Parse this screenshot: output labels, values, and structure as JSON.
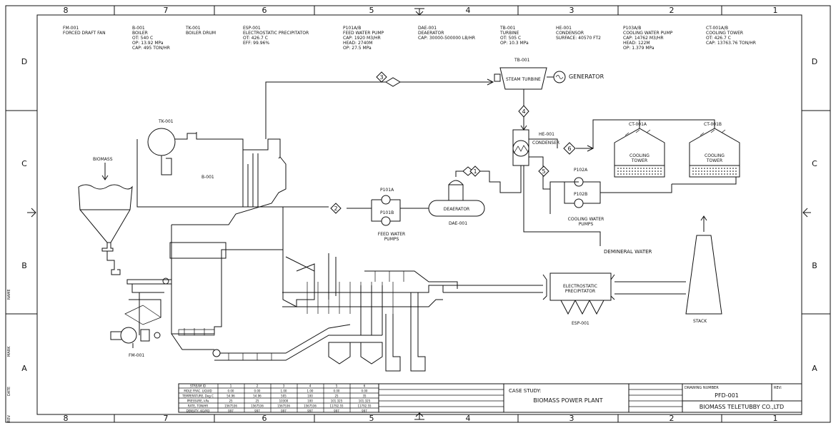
{
  "grid": {
    "columns": [
      "8",
      "7",
      "6",
      "5",
      "4",
      "3",
      "2",
      "1"
    ],
    "rows": [
      "D",
      "C",
      "B",
      "A"
    ]
  },
  "side_text": [
    "REV",
    "DATE",
    "MARK",
    "NAME"
  ],
  "equipment_list": [
    {
      "tag": "FM-001",
      "lines": [
        "FORCED DRAFT FAN"
      ]
    },
    {
      "tag": "B-001",
      "lines": [
        "BOILER",
        "OT: 540 C",
        "OP: 13.92 MPa",
        "CAP: 495 TON/HR"
      ]
    },
    {
      "tag": "TK-001",
      "lines": [
        "BOILER DRUM"
      ]
    },
    {
      "tag": "ESP-001",
      "lines": [
        "ELECTROSTATIC PRECIPITATOR",
        "OT: 426.7 C",
        "EFF: 99.96%"
      ]
    },
    {
      "tag": "P101A/B",
      "lines": [
        "FEED WATER PUMP",
        "CAP: 1920 M3/HR",
        "HEAD: 2740M",
        "OP: 27.5 MPa"
      ]
    },
    {
      "tag": "DAE-001",
      "lines": [
        "DEAERATOR",
        "CAP: 30000-500000 LB/HR"
      ]
    },
    {
      "tag": "TB-001",
      "lines": [
        "TURBINE",
        "OT: 505 C",
        "OP: 10.3 MPa"
      ]
    },
    {
      "tag": "HE-001",
      "lines": [
        "CONDENSOR",
        "SURFACE: 40570 FT2"
      ]
    },
    {
      "tag": "P103A/B",
      "lines": [
        "COOLING WATER PUMP",
        "CAP: 14762 M3/HR",
        "HEAD: 122M",
        "OP: 1.379 MPa"
      ]
    },
    {
      "tag": "CT-001A/B",
      "lines": [
        "COOLING TOWER",
        "OT: 426.7 C",
        "CAP: 13763.76 TON/HR"
      ]
    }
  ],
  "labels": {
    "biomass": "BIOMASS",
    "tk": "TK-001",
    "boiler": "B-001",
    "fm": "FM-001",
    "tb": "TB-001",
    "steam_turbine": "STEAM TURBINE",
    "generator": "GENERATOR",
    "he": "HE-001",
    "condenser": "CONDENSER",
    "ct_a": "CT-001A",
    "ct_b": "CT-001B",
    "cooling": "COOLING",
    "tower": "TOWER",
    "p101a": "P101A",
    "p101b": "P101B",
    "feed1": "FEED WATER",
    "feed2": "PUMPS",
    "deaerator": "DEAERATOR",
    "dae": "DAE-001",
    "p102a": "P102A",
    "p102b": "P102B",
    "cw1": "COOLING WATER",
    "cw2": "PUMPS",
    "demin": "DEMINERAL WATER",
    "esp1": "ELECTROSTATIC",
    "esp2": "PRECIPITATOR",
    "esp_tag": "ESP-001",
    "stack": "STACK"
  },
  "streams": [
    "1",
    "2",
    "3",
    "4",
    "5",
    "6"
  ],
  "stream_table": {
    "headers": [
      "STREAM ID",
      "1",
      "2",
      "3",
      "4",
      "5",
      "6"
    ],
    "rows": [
      [
        "MOLE FRAC. LIQUID",
        "0.00",
        "0.00",
        "1.00",
        "1.00",
        "0.00",
        "0.00"
      ],
      [
        "TEMPERATURE, Deg C",
        "54.96",
        "54.96",
        "505",
        "100",
        "25",
        "35"
      ],
      [
        "PRESSURE, kPa",
        "25",
        "25",
        "10300",
        "100",
        "101.325",
        "101.325"
      ],
      [
        "RATE, TON/HR",
        "1567536",
        "1567536",
        "1567536",
        "1567536",
        "11792.55",
        "11792.55"
      ],
      [
        "DENSITY, KG/M3",
        "997",
        "997",
        "997",
        "997",
        "997",
        "997"
      ]
    ]
  },
  "title_block": {
    "case_label": "CASE STUDY:",
    "case_title": "BIOMASS POWER PLANT",
    "drawing_number_label": "DRAWING NUMBER",
    "drawing_number": "PFD-001",
    "rev_label": "REV:",
    "company": "BIOMASS TELETUBBY CO.,LTD"
  }
}
